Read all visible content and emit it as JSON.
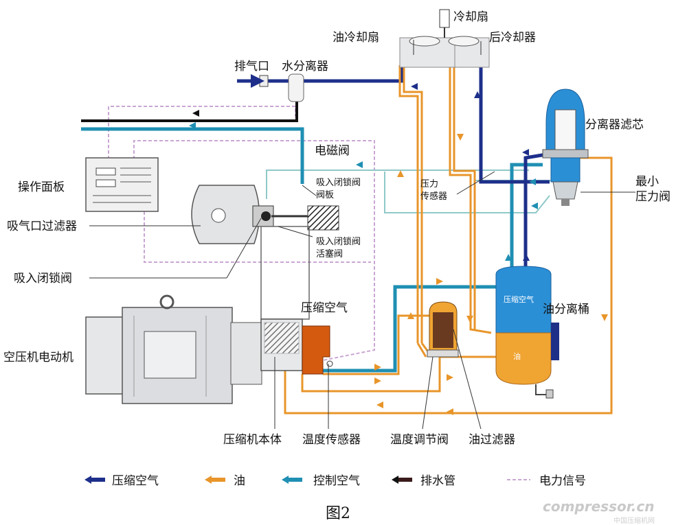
{
  "labels": {
    "cooling_fan": "冷却扇",
    "oil_cooling_fan": "油冷却扇",
    "after_cooler": "后冷却器",
    "exhaust_port": "排气口",
    "water_separator": "水分离器",
    "separator_filter": "分离器滤芯",
    "solenoid_valve": "电磁阀",
    "intake_lock_valve_plate_1": "吸入闭锁阀",
    "intake_lock_valve_plate_2": "阀板",
    "operation_panel": "操作面板",
    "pressure_sensor_1": "压力",
    "pressure_sensor_2": "传感器",
    "min_pressure_valve_1": "最小",
    "min_pressure_valve_2": "压力阀",
    "intake_filter": "吸气口过滤器",
    "intake_lock_piston_1": "吸入闭锁阀",
    "intake_lock_piston_2": "活塞阀",
    "intake_lock_valve": "吸入闭锁阀",
    "compressed_air": "压缩空气",
    "tank_air": "压缩空气",
    "tank_oil": "油",
    "oil_separator_tank": "油分离桶",
    "motor": "空压机电动机",
    "compressor_body": "压缩机本体",
    "temperature_sensor": "温度传感器",
    "thermostat_valve": "温度调节阀",
    "oil_filter": "油过滤器"
  },
  "legend": [
    {
      "label": "压缩空气",
      "color": "#1d2f8a",
      "style": "arrow"
    },
    {
      "label": "油",
      "color": "#e8952a",
      "style": "arrow"
    },
    {
      "label": "控制空气",
      "color": "#1f8fb3",
      "style": "arrow"
    },
    {
      "label": "排水管",
      "color": "#111111",
      "style": "arrow"
    },
    {
      "label": "电力信号",
      "color": "#c9a6d3",
      "style": "dashed"
    }
  ],
  "caption": "图2",
  "watermark": {
    "brand": "compressor.cn",
    "sub": "中国压缩机网"
  },
  "colors": {
    "compressed_air": "#1d2f8a",
    "oil": "#e8952a",
    "control_air": "#1f8fb3",
    "drain": "#111111",
    "signal": "#c9a6d3",
    "control_line": "#8fc8c8",
    "tank_top": "#2b8fd6",
    "tank_bottom": "#f0a432",
    "compression": "#d45a10"
  }
}
